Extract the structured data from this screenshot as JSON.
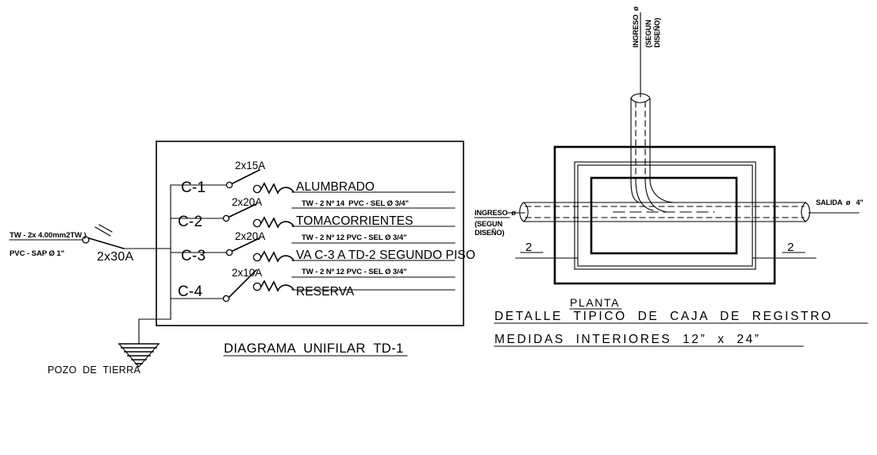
{
  "drawing": {
    "sheet_background": "#ffffff",
    "line_color": "#000000"
  },
  "unifilar": {
    "title": "DIAGRAMA  UNIFILAR  TD-1",
    "feeder": {
      "line1": "TW - 2x 4.00mm2TW )",
      "line2": "PVC - SAP Ø 1\"",
      "main_breaker": "2x30A"
    },
    "ground": {
      "label": "POZO  DE  TIERRA"
    },
    "circuits": [
      {
        "id": "C-1",
        "breaker": "2x15A",
        "load": "ALUMBRADO",
        "spec": "TW - 2 Nº 14  PVC - SEL Ø 3/4\""
      },
      {
        "id": "C-2",
        "breaker": "2x20A",
        "load": "TOMACORRIENTES",
        "spec": "TW - 2 Nº 12 PVC - SEL Ø 3/4\""
      },
      {
        "id": "C-3",
        "breaker": "2x20A",
        "load": "VA C-3 A TD-2 SEGUNDO PISO",
        "spec": "TW - 2 Nº 12 PVC - SEL Ø 3/4\""
      },
      {
        "id": "C-4",
        "breaker": "2x10A",
        "load": "RESERVA",
        "spec": ""
      }
    ]
  },
  "caja_registro": {
    "view_label": "PLANTA",
    "caption_line1": "DETALLE  TIPICO  DE  CAJA  DE  REGISTRO",
    "caption_line2": "MEDIDAS  INTERIORES  12”  x  24”",
    "ingreso_top": {
      "line1": "INGRESO  ø",
      "line2": "(SEGUN",
      "line3": "DISEÑO)"
    },
    "ingreso_left": {
      "line1": "INGRESO  ø",
      "line2": "(SEGUN",
      "line3": "DISEÑO)"
    },
    "salida_right": {
      "label": "SALIDA  ø   4\""
    },
    "section_mark_left": "2",
    "section_mark_right": "2"
  }
}
